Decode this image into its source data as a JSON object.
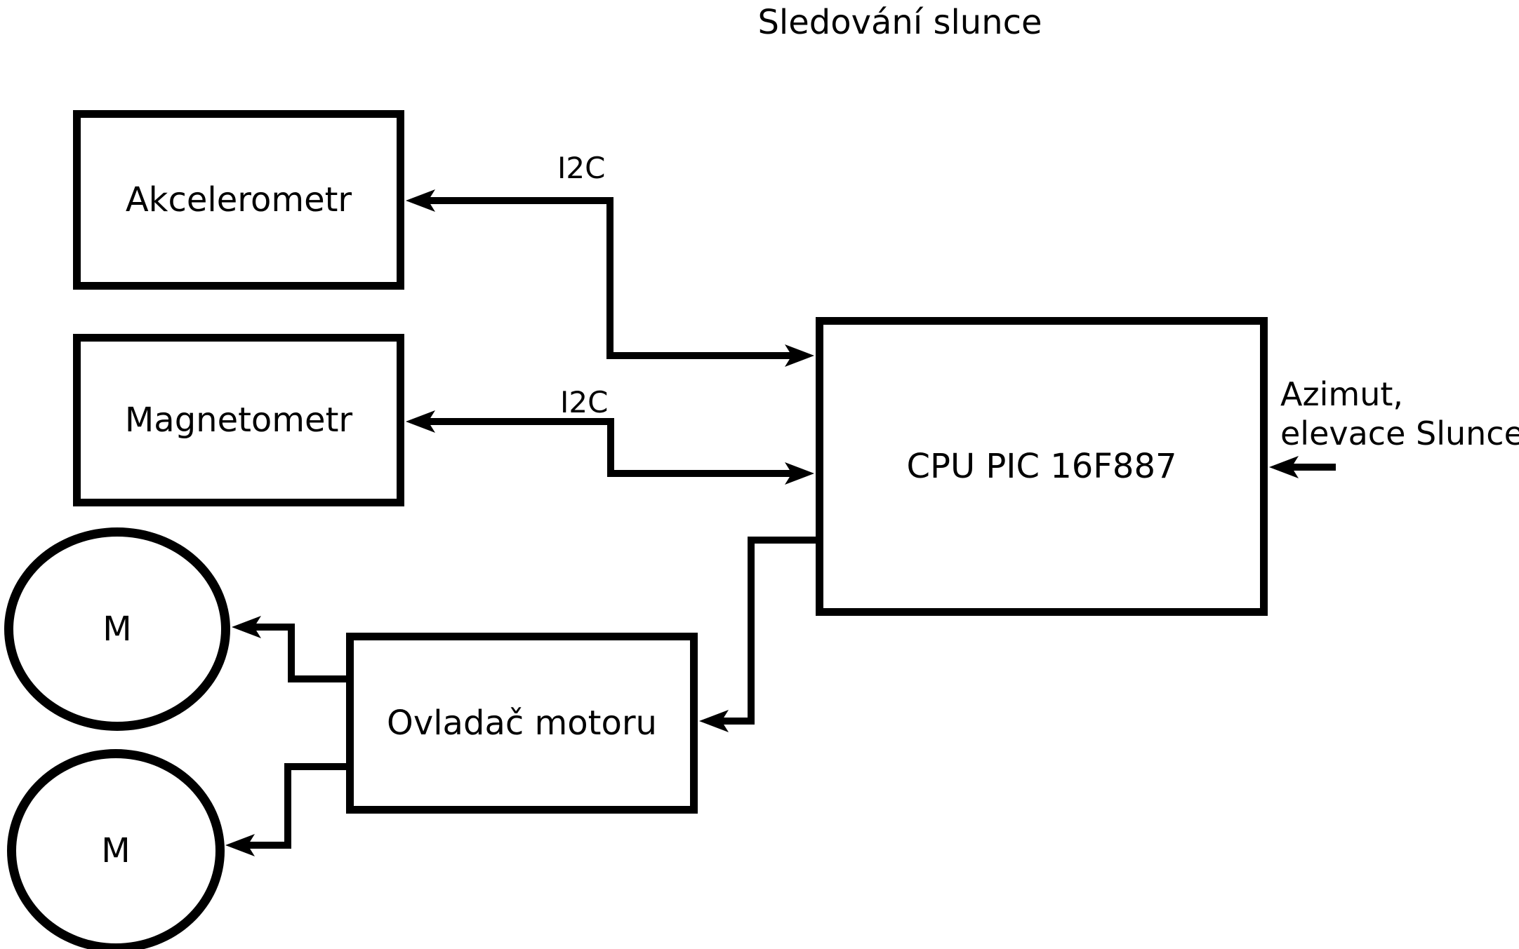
{
  "diagram": {
    "title": "Sledování slunce",
    "blocks": {
      "akcelerometr": {
        "label": "Akcelerometr"
      },
      "magnetometr": {
        "label": "Magnetometr"
      },
      "cpu": {
        "label": "CPU PIC 16F887"
      },
      "motor_controller": {
        "label": "Ovladač motoru"
      },
      "motor1": {
        "label": "M"
      },
      "motor2": {
        "label": "M"
      }
    },
    "edge_labels": {
      "i2c_top": "I2C",
      "i2c_bottom": "I2C",
      "azimut_line1": "Azimut,",
      "azimut_line2": "elevace Slunce"
    },
    "connections": [
      {
        "from": "cpu",
        "to": "akcelerometr",
        "label": "I2C",
        "bidirectional": true
      },
      {
        "from": "cpu",
        "to": "magnetometr",
        "label": "I2C",
        "bidirectional": true
      },
      {
        "from": "azimut-elevace-input",
        "to": "cpu",
        "bidirectional": false
      },
      {
        "from": "cpu",
        "to": "motor_controller",
        "bidirectional": false
      },
      {
        "from": "motor_controller",
        "to": "motor1",
        "bidirectional": false
      },
      {
        "from": "motor_controller",
        "to": "motor2",
        "bidirectional": false
      }
    ],
    "colors": {
      "line": "#000000",
      "background": "#ffffff",
      "text": "#000000"
    }
  }
}
